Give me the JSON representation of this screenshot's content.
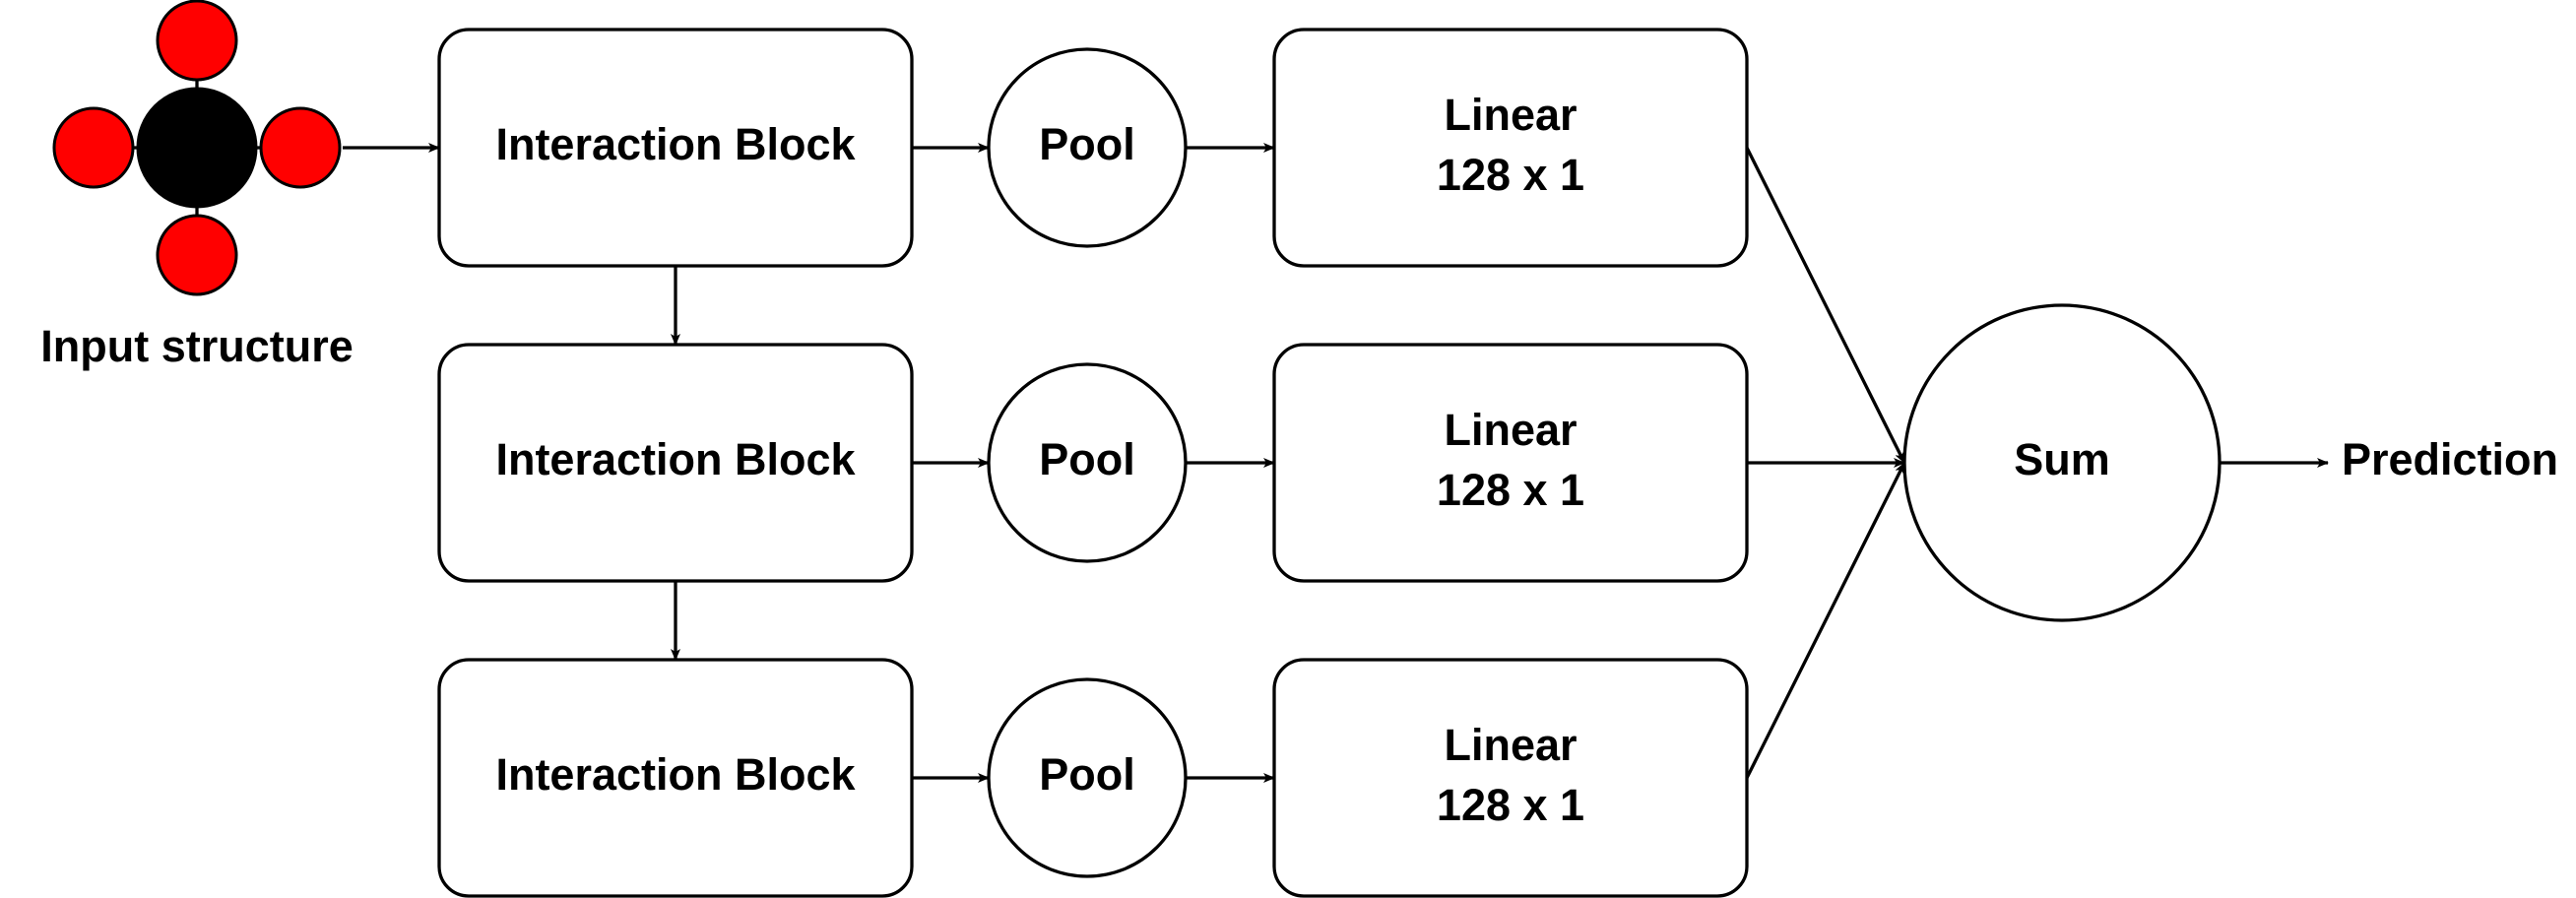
{
  "input": {
    "label": "Input structure",
    "center_atom_color": "#000000",
    "neighbor_atom_color": "#ff0000"
  },
  "rows": [
    {
      "block_label": "Interaction Block",
      "pool_label": "Pool",
      "linear_line1": "Linear",
      "linear_line2": "128 x 1"
    },
    {
      "block_label": "Interaction Block",
      "pool_label": "Pool",
      "linear_line1": "Linear",
      "linear_line2": "128 x 1"
    },
    {
      "block_label": "Interaction Block",
      "pool_label": "Pool",
      "linear_line1": "Linear",
      "linear_line2": "128 x 1"
    }
  ],
  "sum": {
    "label": "Sum"
  },
  "output": {
    "label": "Prediction"
  }
}
